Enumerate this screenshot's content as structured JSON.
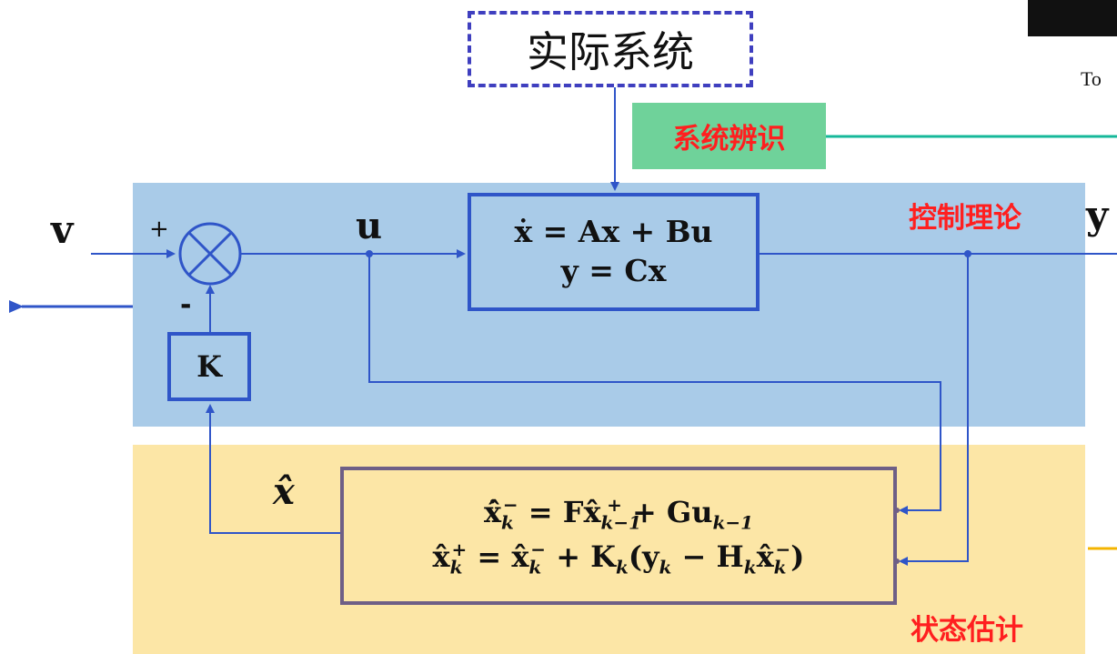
{
  "regions": {
    "control_theory_label": "控制理论",
    "state_estimation_label": "状态估计"
  },
  "actual_system": {
    "label": "实际系统"
  },
  "system_identification": {
    "label": "系统辨识"
  },
  "plant": {
    "equation_1": "ẋ = Ax + Bu",
    "equation_2": "y = Cx"
  },
  "gain_block": {
    "label": "K"
  },
  "summing_junction": {
    "plus_sign": "+",
    "minus_sign": "-"
  },
  "signals": {
    "reference": "v",
    "input": "u",
    "output": "y",
    "estimate": "x̂"
  },
  "right_edge_text": {
    "label": "To"
  },
  "colors": {
    "control_region": "#a9cbe8",
    "estimation_region": "#fce6a6",
    "sysid_background": "#6fd29a",
    "label_red": "#ff1f1f",
    "block_border": "#2f55c8",
    "estimator_border": "#6e5f86",
    "wire_blue": "#2f55c8",
    "sysid_line": "#16b89a",
    "estimation_line": "#f4b400"
  }
}
